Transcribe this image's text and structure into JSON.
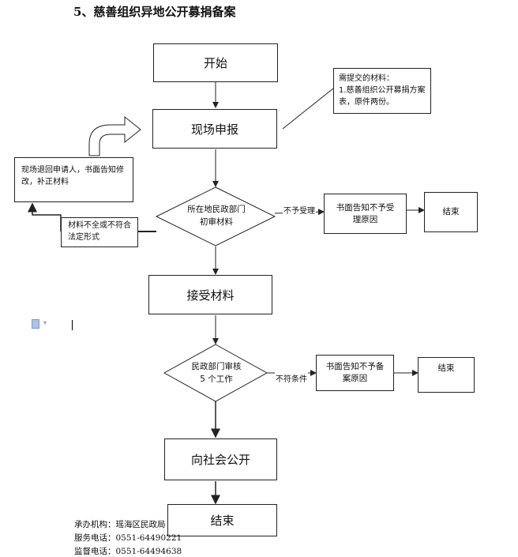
{
  "title": "5、慈善组织异地公开募捐备案",
  "nodes": {
    "start": "开始",
    "report": "现场申报",
    "materials_note_line1": "需提交的材料：",
    "materials_note_line2": "1.慈善组织公开募捐方案表，原件两份。",
    "return_box": "现场退回申请人，书面告知修改，补正材料",
    "incomplete_box": "材料不全或不符合法定形式",
    "initial_review": "所在地民政部门初审材料",
    "reject_reason": "书面告知不予受理原因",
    "end_1": "结束",
    "accept": "接受材料",
    "review": "民政部门审核 5 个工作",
    "not_filed_reason": "书面告知不予备案原因",
    "end_2": "结束",
    "publish": "向社会公开",
    "end_3": "结束"
  },
  "edge_labels": {
    "not_accepted": "不予受理",
    "not_qualified": "不符条件"
  },
  "footer": {
    "org": "承办机构：瑶海区民政局",
    "service_phone": "服务电话：0551-64490221",
    "supervise_phone": "监督电话：0551-64494638"
  }
}
